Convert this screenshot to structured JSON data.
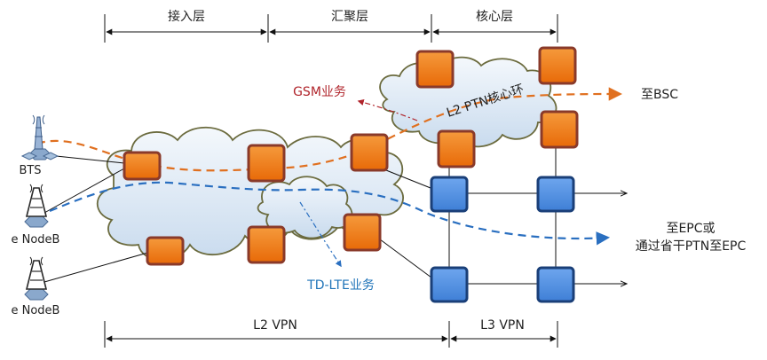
{
  "layers": {
    "access": "接入层",
    "aggregation": "汇聚层",
    "core": "核心层"
  },
  "ring_label": "L2 PTN核心环",
  "services": {
    "gsm": "GSM业务",
    "tdlte": "TD-LTE业务"
  },
  "destinations": {
    "bsc": "至BSC",
    "epc_line1": "至EPC或",
    "epc_line2": "通过省干PTN至EPC"
  },
  "devices": {
    "bts": "BTS",
    "enodeb1": "e NodeB",
    "enodeb2": "e NodeB"
  },
  "vpn": {
    "l2": "L2 VPN",
    "l3": "L3 VPN"
  },
  "colors": {
    "orange_node": "#f07a10",
    "orange_border": "#8a3a2a",
    "blue_node": "#4f8de0",
    "blue_border": "#1a3f78",
    "gsm_path": "#e07020",
    "lte_path": "#2a6fc0",
    "gsm_text": "#b0242b",
    "lte_text": "#1e73b8"
  }
}
